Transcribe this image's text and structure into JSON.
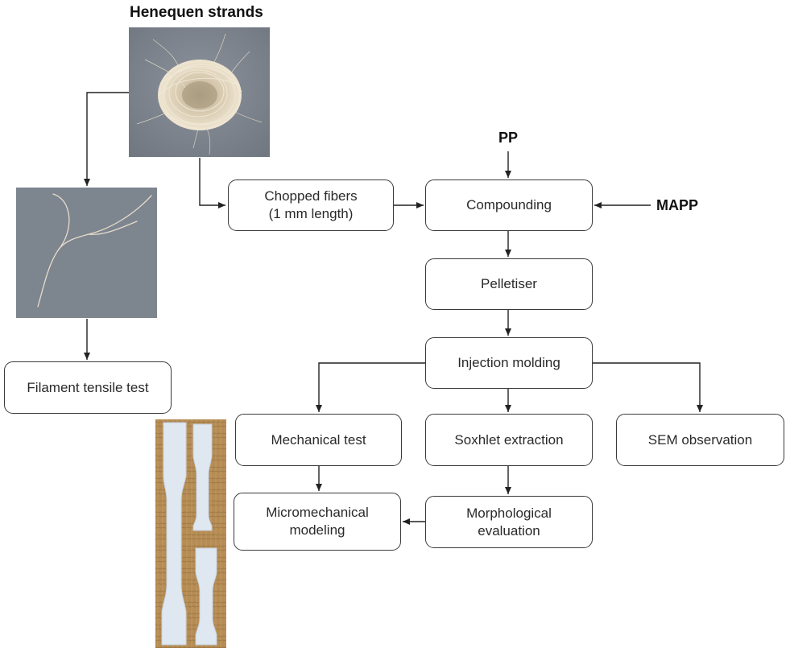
{
  "labels": {
    "henequen": "Henequen strands",
    "pp": "PP",
    "mapp": "MAPP"
  },
  "nodes": {
    "chopped": "Chopped fibers\n(1 mm length)",
    "compounding": "Compounding",
    "pelletiser": "Pelletiser",
    "injection": "Injection molding",
    "mechanical": "Mechanical test",
    "soxhlet": "Soxhlet extraction",
    "sem": "SEM observation",
    "micromechanical": "Micromechanical\nmodeling",
    "morphological": "Morphological\nevaluation",
    "filament": "Filament tensile test"
  },
  "colors": {
    "box_border": "#3a3a3a",
    "arrow": "#222222",
    "photo_background": "#7f8690",
    "strands": "#ddd1bc",
    "wood": "#b38b52",
    "specimen": "#dde6f1"
  },
  "images": {
    "strand_bundle_photo": "henequen-bundle-photo",
    "single_filament_photo": "single-filament-photo",
    "specimens_photo": "dogbone-specimens-photo"
  }
}
